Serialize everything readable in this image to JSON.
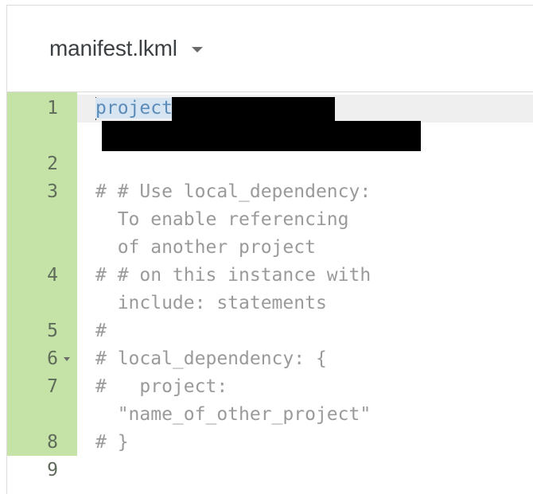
{
  "file_header": {
    "file_name": "manifest.lkml",
    "dropdown_icon": "chevron-down-icon"
  },
  "editor": {
    "lines": [
      {
        "num": "1",
        "text": "project_name:"
      },
      {
        "num": "2",
        "text": ""
      },
      {
        "num": "3",
        "text": "# # Use local_dependency:"
      },
      {
        "num": "",
        "text": "  To enable referencing"
      },
      {
        "num": "",
        "text": "  of another project"
      },
      {
        "num": "4",
        "text": "# # on this instance with"
      },
      {
        "num": "",
        "text": "  include: statements"
      },
      {
        "num": "5",
        "text": "#"
      },
      {
        "num": "6",
        "text": "# local_dependency: {"
      },
      {
        "num": "7",
        "text": "#   project:"
      },
      {
        "num": "",
        "text": "  \"name_of_other_project\""
      },
      {
        "num": "8",
        "text": "# }"
      },
      {
        "num": "9",
        "text": ""
      }
    ],
    "fold_icon": "fold-arrow-icon",
    "colors": {
      "gutter_changed": "#c5e3a6",
      "comment": "#9a9a9a",
      "key": "#5b8bb8",
      "selection": "#d7e4f2",
      "redaction": "#000000"
    }
  }
}
